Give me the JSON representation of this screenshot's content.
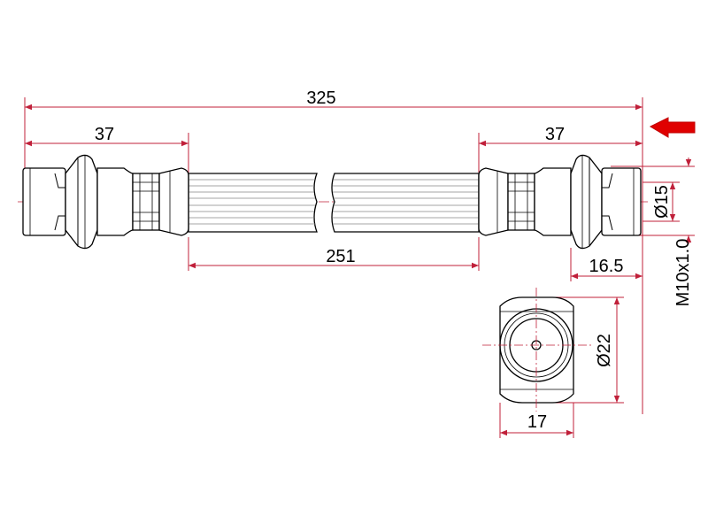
{
  "dimensions": {
    "total_length": "325",
    "left_fitting_length": "37",
    "right_fitting_length": "37",
    "hose_length": "251",
    "fitting_diameter": "Ø15",
    "thread": "M10x1.0",
    "thread_depth": "16.5",
    "nut_diameter": "Ø22",
    "nut_width": "17"
  },
  "colors": {
    "arrow": "#e00000",
    "dimension_line": "#c0203a",
    "outline": "#000000"
  },
  "icons": {
    "direction_arrow": "left-arrow-icon"
  }
}
